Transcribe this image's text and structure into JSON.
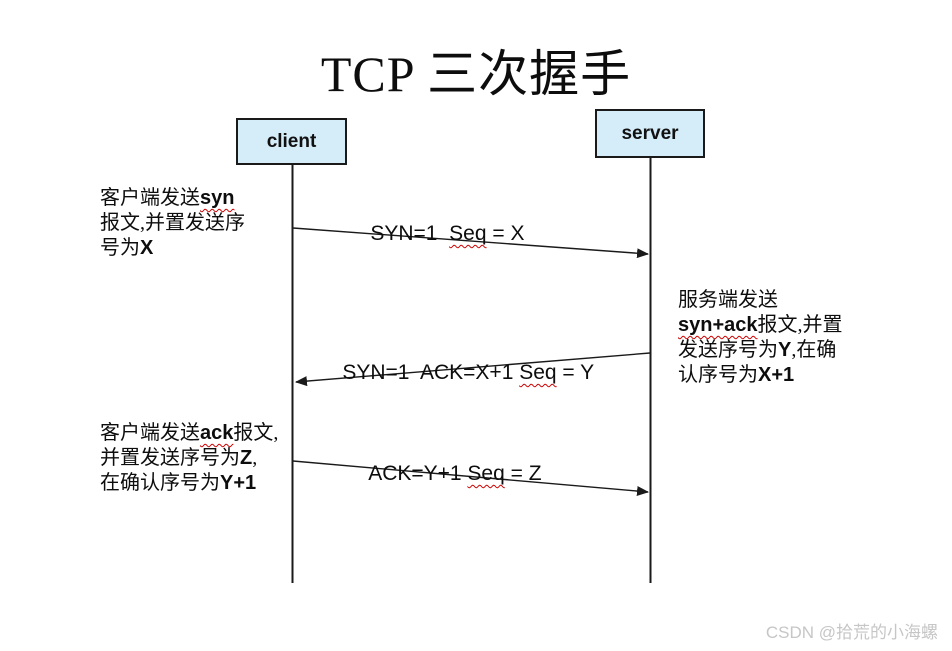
{
  "title": "TCP 三次握手",
  "actors": {
    "client": "client",
    "server": "server"
  },
  "messages": [
    {
      "pre": "SYN=1  ",
      "seq": "Seq",
      "post": " = X"
    },
    {
      "pre": "SYN=1  ACK=X+1 ",
      "seq": "Seq",
      "post": " = Y"
    },
    {
      "pre": "ACK=Y+1 ",
      "seq": "Seq",
      "post": " = Z"
    }
  ],
  "annotations": {
    "client_syn": {
      "l1_pre": "客户端发送",
      "l1_key": "syn",
      "l2": "报文,并置发送序",
      "l3_pre": "号为",
      "l3_key": "X"
    },
    "server_synack": {
      "l1": "服务端发送",
      "l2_key": "syn+ack",
      "l2_post": "报文,并置",
      "l3_pre": "发送序号为",
      "l3_key": "Y",
      "l3_post": ",在确",
      "l4_pre": "认序号为",
      "l4_key": "X+1"
    },
    "client_ack": {
      "l1_pre": "客户端发送",
      "l1_key": "ack",
      "l1_post": "报文,",
      "l2_pre": "并置发送序号为",
      "l2_key": "Z",
      "l2_post": ",",
      "l3_pre": "在确认序号为",
      "l3_key": "Y+1"
    }
  },
  "watermark": "CSDN @拾荒的小海螺",
  "colors": {
    "actor_fill": "#d5ecf9",
    "actor_border": "#1a1a1a",
    "line": "#1a1a1a",
    "squiggle": "#cc0000",
    "watermark": "#c6c6c6"
  }
}
